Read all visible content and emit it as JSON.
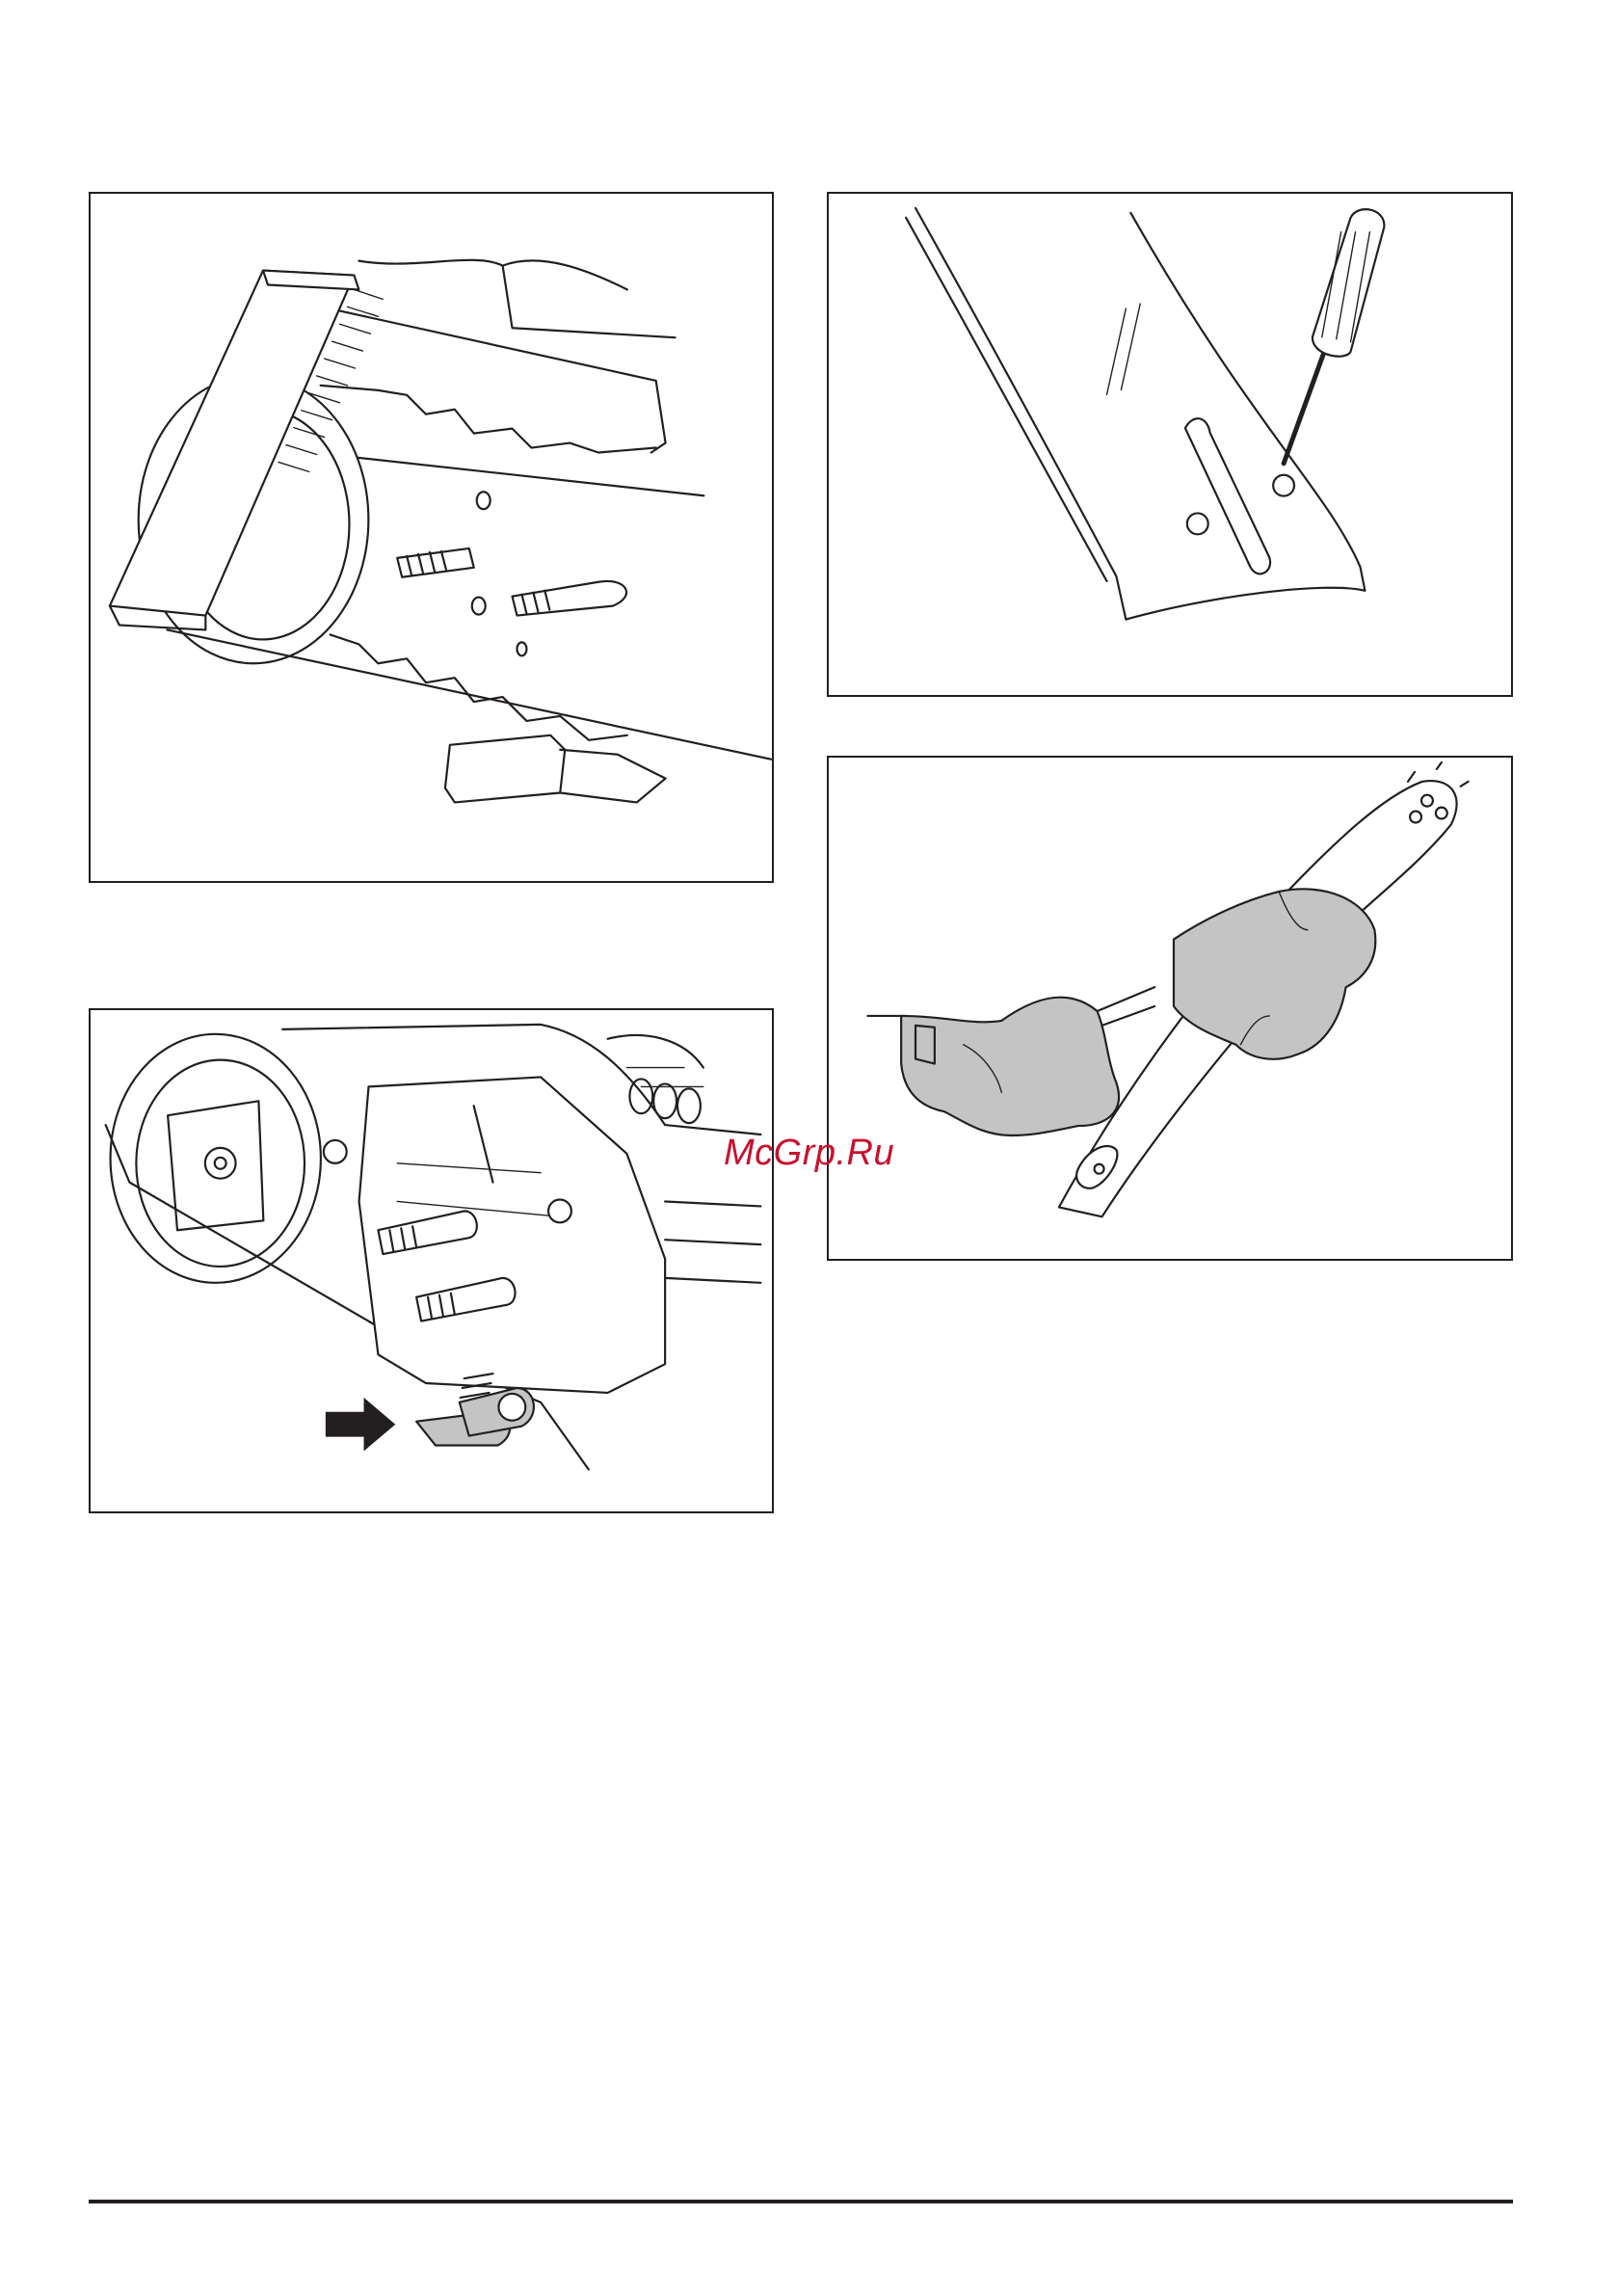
{
  "watermark": {
    "text": "McGrp.Ru",
    "color": "#c8102e"
  },
  "figures": [
    {
      "subject": "brush-cleaning-clutch-drum-and-bar-mount"
    },
    {
      "subject": "screwdriver-cleaning-bar-oil-hole"
    },
    {
      "subject": "chain-brake-cover-lever-arrow"
    },
    {
      "subject": "gloved-hands-holding-guide-bar"
    }
  ],
  "colors": {
    "line": "#231f20",
    "fill_gray": "#c4c4c4",
    "background": "#ffffff"
  }
}
